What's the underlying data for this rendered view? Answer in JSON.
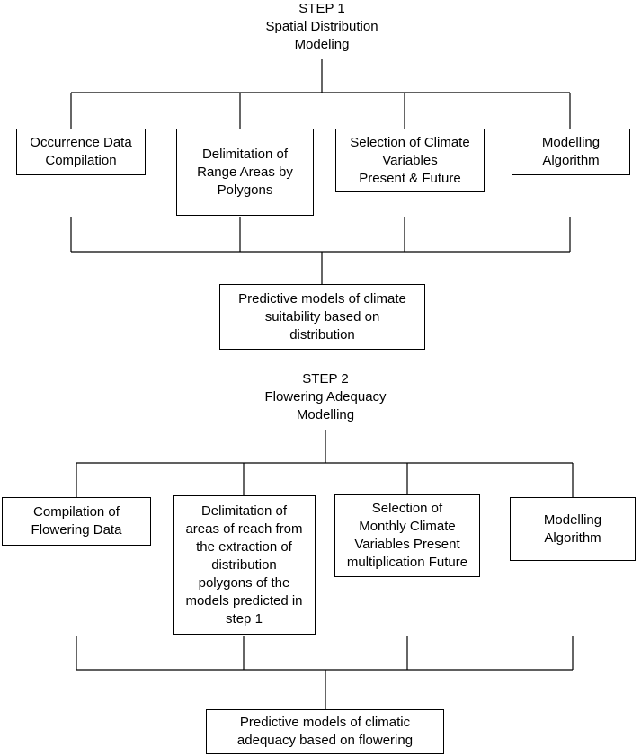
{
  "step1": {
    "title": [
      "STEP 1",
      "Spatial Distribution",
      "Modeling"
    ],
    "boxes": [
      [
        "Occurrence Data",
        "Compilation"
      ],
      [
        "Delimitation of",
        "Range Areas by",
        "Polygons"
      ],
      [
        "Selection of Climate",
        "Variables",
        "Present & Future"
      ],
      [
        "Modelling",
        "Algorithm"
      ]
    ],
    "result": [
      "Predictive models of climate",
      "suitability based on",
      "distribution"
    ]
  },
  "step2": {
    "title": [
      "STEP 2",
      "Flowering Adequacy",
      "Modelling"
    ],
    "boxes": [
      [
        "Compilation of",
        "Flowering Data"
      ],
      [
        "Delimitation of",
        "areas of reach from",
        "the extraction of",
        "distribution",
        "polygons of the",
        "models predicted in",
        "step 1"
      ],
      [
        "Selection of",
        "Monthly Climate",
        "Variables Present",
        "multiplication Future"
      ],
      [
        "Modelling",
        "Algorithm"
      ]
    ],
    "result": [
      "Predictive models of climatic",
      "adequacy based on flowering"
    ]
  }
}
